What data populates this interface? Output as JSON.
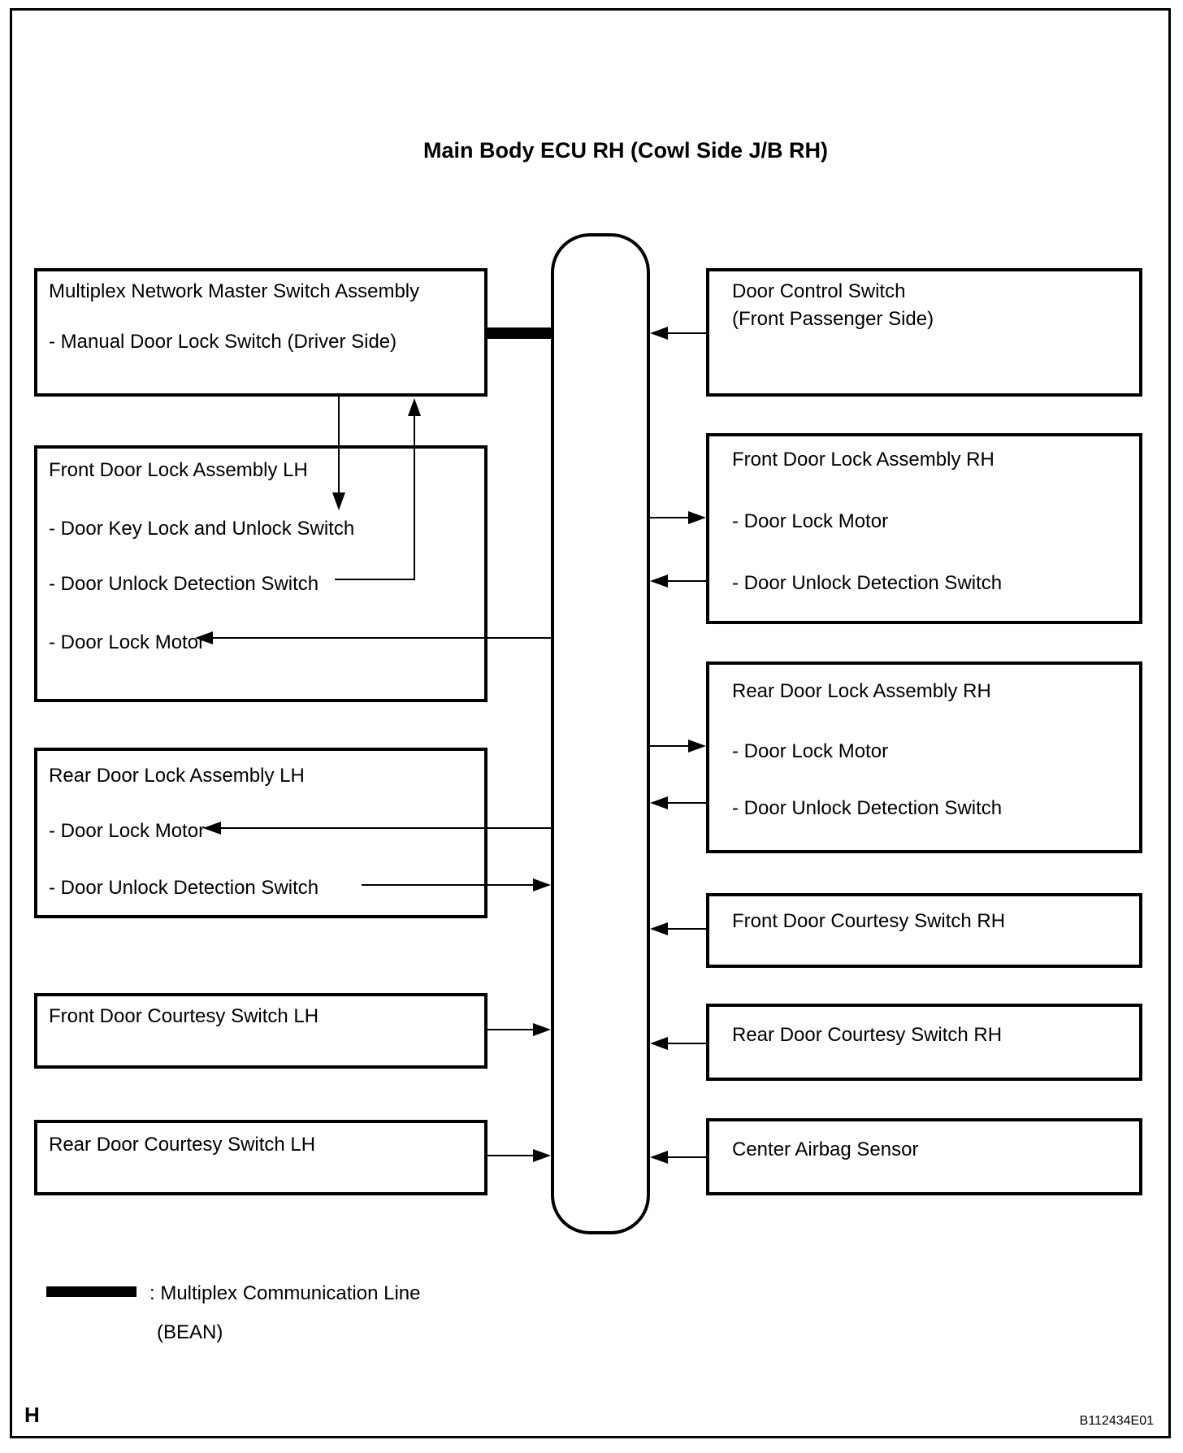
{
  "title": "Main Body ECU RH (Cowl Side J/B RH)",
  "left_boxes": [
    {
      "title": "Multiplex Network Master Switch Assembly",
      "items": [
        "- Manual Door Lock Switch (Driver Side)"
      ]
    },
    {
      "title": "Front Door Lock Assembly LH",
      "items": [
        "- Door Key Lock and Unlock Switch",
        "- Door Unlock Detection Switch",
        "- Door Lock Motor"
      ]
    },
    {
      "title": "Rear Door Lock Assembly LH",
      "items": [
        "- Door Lock Motor",
        "- Door Unlock Detection Switch"
      ]
    },
    {
      "title": "Front Door Courtesy Switch LH",
      "items": []
    },
    {
      "title": "Rear Door Courtesy Switch LH",
      "items": []
    }
  ],
  "right_boxes": [
    {
      "title": "Door Control Switch",
      "subtitle": "(Front Passenger Side)",
      "items": []
    },
    {
      "title": "Front Door Lock Assembly RH",
      "items": [
        "- Door Lock Motor",
        "- Door Unlock Detection Switch"
      ]
    },
    {
      "title": "Rear Door Lock Assembly RH",
      "items": [
        "- Door Lock Motor",
        "- Door Unlock Detection Switch"
      ]
    },
    {
      "title": "Front Door Courtesy Switch RH",
      "items": []
    },
    {
      "title": "Rear Door Courtesy Switch RH",
      "items": []
    },
    {
      "title": "Center Airbag Sensor",
      "items": []
    }
  ],
  "legend": {
    "line1": ": Multiplex Communication Line",
    "line2": "(BEAN)"
  },
  "footer": {
    "page_marker": "H",
    "figure_code": "B112434E01"
  },
  "colors": {
    "line": "#000000",
    "background": "#ffffff"
  }
}
